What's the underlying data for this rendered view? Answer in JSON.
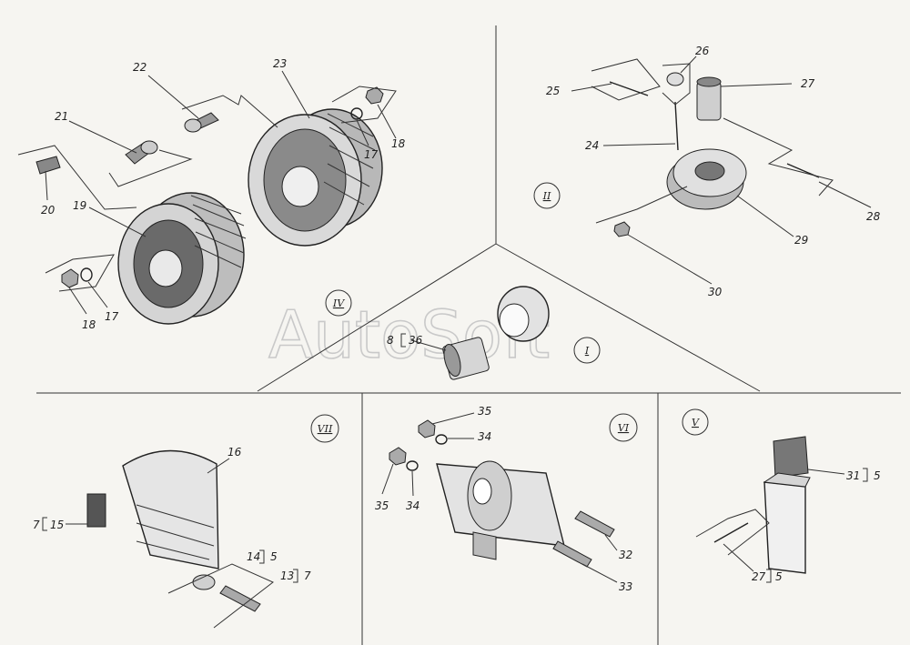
{
  "watermark": "AutoSoft",
  "sections": [
    "II",
    "IV",
    "I",
    "VII",
    "VI",
    "V"
  ],
  "callouts": {
    "c1": "8",
    "c2": "36",
    "c3": "22",
    "c4": "23",
    "c5": "21",
    "c6": "17",
    "c7": "18",
    "c8": "20",
    "c9": "19",
    "c10": "18",
    "c11": "17",
    "c12": "26",
    "c13": "25",
    "c14": "27",
    "c15": "24",
    "c16": "28",
    "c17": "29",
    "c18": "30",
    "c19": "16",
    "c20": "7",
    "c21": "15",
    "c22": "14",
    "c23": "5",
    "c24": "13",
    "c25": "7",
    "c26": "35",
    "c27": "34",
    "c28": "35",
    "c29": "34",
    "c30": "32",
    "c31": "33",
    "c32": "31",
    "c33": "5",
    "c34": "27",
    "c35": "5"
  }
}
